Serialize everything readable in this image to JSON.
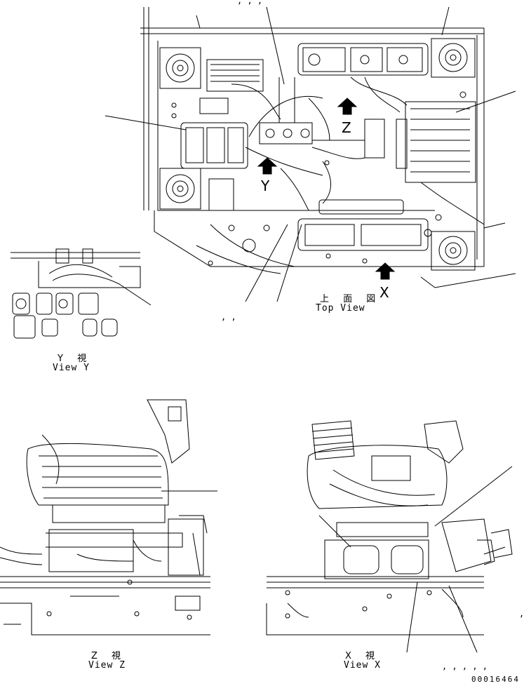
{
  "views": {
    "top": {
      "label_jp": "上 面 図",
      "label_en": "Top View"
    },
    "y": {
      "label_jp": "Y 視",
      "label_en": "View Y"
    },
    "z": {
      "label_jp": "Z 視",
      "label_en": "View Z"
    },
    "x": {
      "label_jp": "X 視",
      "label_en": "View X"
    }
  },
  "direction_markers": {
    "z": "Z",
    "y": "Y",
    "x": "X"
  },
  "separators": {
    "top_row": ", , ,",
    "top_view_bottom": ",   ,",
    "view_x_bottom": ", , , , ,",
    "right_edge": ","
  },
  "document_id": "00016464"
}
